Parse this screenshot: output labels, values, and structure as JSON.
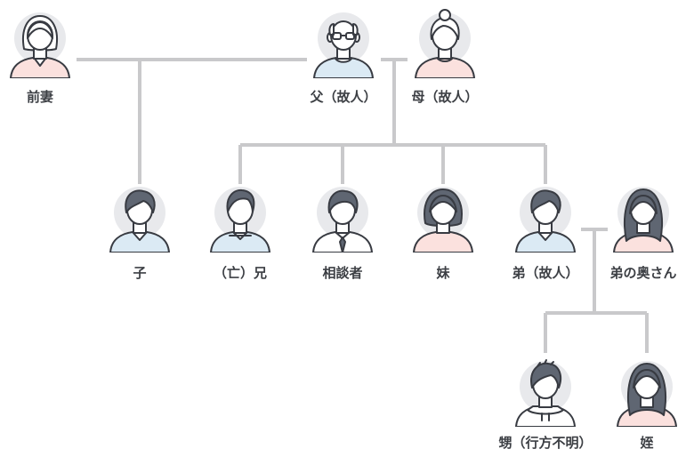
{
  "people": [
    {
      "id": "ex-wife",
      "label": "前妻",
      "kind": "woman-short"
    },
    {
      "id": "father",
      "label": "父（故人）",
      "kind": "old-man"
    },
    {
      "id": "mother",
      "label": "母（故人）",
      "kind": "old-woman"
    },
    {
      "id": "child",
      "label": "子",
      "kind": "man-young"
    },
    {
      "id": "elder-brother",
      "label": "（亡）兄",
      "kind": "man-older"
    },
    {
      "id": "consultant",
      "label": "相談者",
      "kind": "man-tie"
    },
    {
      "id": "younger-sister",
      "label": "妹",
      "kind": "woman-medium"
    },
    {
      "id": "younger-brother",
      "label": "弟（故人）",
      "kind": "man-young"
    },
    {
      "id": "brothers-wife",
      "label": "弟の奥さん",
      "kind": "woman-long"
    },
    {
      "id": "nephew",
      "label": "甥（行方不明）",
      "kind": "man-hoodie"
    },
    {
      "id": "niece",
      "label": "姪",
      "kind": "woman-long"
    }
  ],
  "colors": {
    "line": "#c9c9cb",
    "circle": "#e8e9ec",
    "outline": "#383b42",
    "hair": "#5f6672",
    "skin": "#ffffff",
    "shirt_blue": "#dbeaf4",
    "shirt_pink": "#fbe1de"
  }
}
